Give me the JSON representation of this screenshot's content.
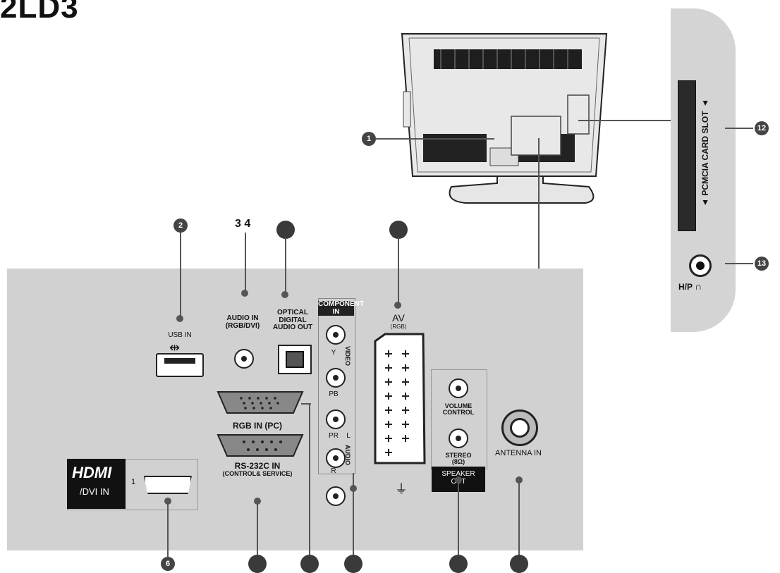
{
  "header": {
    "title": "2LD3"
  },
  "callouts": {
    "c1": "1",
    "c2": "2",
    "c34": "3 4",
    "c6": "6",
    "c12": "12",
    "c13": "13"
  },
  "ports": {
    "usb_in": "USB IN",
    "usb_symbol": "⇹",
    "audio_in": "AUDIO IN\n(RGB/DVI)",
    "optical_out": "OPTICAL\nDIGITAL\nAUDIO OUT",
    "component_in": "COMPONENT\nIN",
    "component_video": "VIDEO",
    "component_audio": "AUDIO",
    "comp_y": "Y",
    "comp_pb": "PB",
    "comp_pr": "PR",
    "comp_l": "L",
    "comp_r": "R",
    "av": "AV",
    "av_sub": "(RGB)",
    "rgb_in": "RGB IN (PC)",
    "rs232c": "RS-232C  IN",
    "rs232c_sub": "(CONTROL& SERVICE)",
    "hdmi_logo": "HDMI",
    "hdmi_dvi": "/DVI IN",
    "hdmi_num": "1",
    "volume_control": "VOLUME\nCONTROL",
    "stereo": "STEREO\n(8Ω)",
    "speaker_out": "SPEAKER\nOUT",
    "antenna_in": "ANTENNA IN"
  },
  "side_panel": {
    "pcmcia": "▲ PCMCIA  CARD  SLOT ▲",
    "headphone": "H/P"
  },
  "colors": {
    "panel": "#d1d1d1",
    "callout": "#3a3a3a",
    "hdmi_bg": "#111111"
  }
}
